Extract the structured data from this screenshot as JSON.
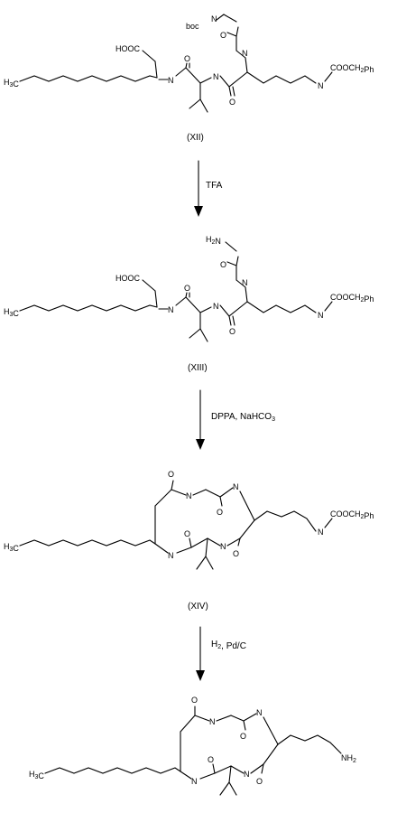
{
  "compounds": [
    {
      "label": "(XII)",
      "atoms": {
        "h3c": "H3C",
        "cooh": "HOOC",
        "nh1": "N",
        "o1": "O",
        "nh2": "N",
        "o2": "O",
        "boc": "boc",
        "nboc": "N",
        "ogly": "O",
        "nh3": "N",
        "nlys": "N",
        "cbz": "COOCH2Ph"
      }
    },
    {
      "label": "(XIII)",
      "atoms": {
        "h3c": "H3C",
        "cooh": "HOOC",
        "nh1": "N",
        "o1": "O",
        "nh2": "N",
        "o2": "O",
        "h2n": "H2N",
        "ogly": "O",
        "nh3": "N",
        "nlys": "N",
        "cbz": "COOCH2Ph"
      }
    },
    {
      "label": "(XIV)",
      "atoms": {
        "h3c": "H3C",
        "o1": "O",
        "nh1": "N",
        "nh2": "N",
        "o2": "O",
        "nh3": "N",
        "ogly": "O",
        "nhring": "N",
        "o3": "O",
        "nlys": "N",
        "cbz": "COOCH2Ph"
      }
    },
    {
      "label": "",
      "atoms": {
        "h3c": "H3C",
        "o1": "O",
        "nh1": "N",
        "nh2": "N",
        "o2": "O",
        "nh3": "N",
        "ogly": "O",
        "nhring": "N",
        "o3": "O",
        "nh2end": "NH2"
      }
    }
  ],
  "arrows": [
    {
      "reagent": "TFA"
    },
    {
      "reagent": "DPPA, NaHCO3"
    },
    {
      "reagent": "H2, Pd/C"
    }
  ]
}
